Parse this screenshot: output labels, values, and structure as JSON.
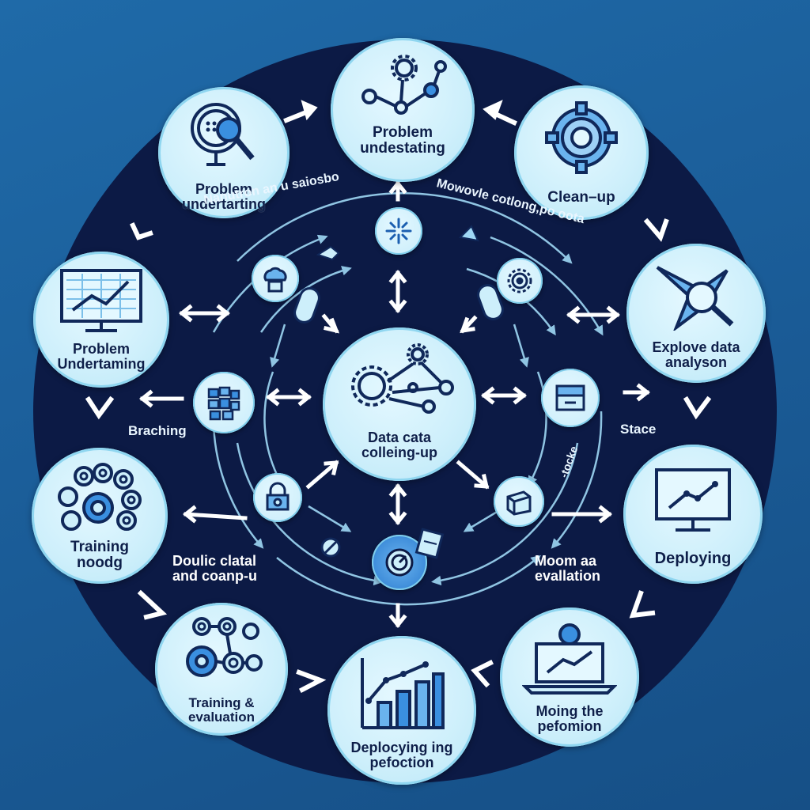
{
  "nodes": {
    "top": {
      "line1": "Problem",
      "line2": "undestating"
    },
    "top_left": {
      "line1": "Problem",
      "line2": "undertarting"
    },
    "top_right": {
      "line1": "Clean–up"
    },
    "left_upper": {
      "line1": "Problem",
      "line2": "Undertaming"
    },
    "right_upper": {
      "line1": "Explove data",
      "line2": "analyson"
    },
    "left_lower": {
      "line1": "Training",
      "line2": "noodg"
    },
    "right_lower": {
      "line1": "Deploying"
    },
    "bottom_left": {
      "line1": "Training &",
      "line2": "evaluation"
    },
    "bottom_right": {
      "line1": "Moing the",
      "line2": "pefomion"
    },
    "bottom": {
      "line1": "Deplocying ing",
      "line2": "pefoction"
    },
    "center": {
      "line1": "Data cata",
      "line2": "colleing-up"
    }
  },
  "captions": {
    "arc_left": "Nanutron an u saiosbo",
    "arc_right": "Mowovle cotlong,po oota",
    "left_mid": "Braching",
    "right_mid": "Stace",
    "lower_left_line1": "Doulic clatal",
    "lower_left_line2": "and coanp-u",
    "lower_right_line1": "Moom aa",
    "lower_right_line2": "evallation",
    "right_vertical": "-tocke"
  },
  "colors": {
    "background": "#1f6aa8",
    "disc": "#0c1a45",
    "node_fill": "#cdeffb",
    "icon_stroke": "#10285a",
    "accent": "#3a8fe0",
    "arrow": "#ffffff",
    "ring": "#9fd8f5"
  }
}
